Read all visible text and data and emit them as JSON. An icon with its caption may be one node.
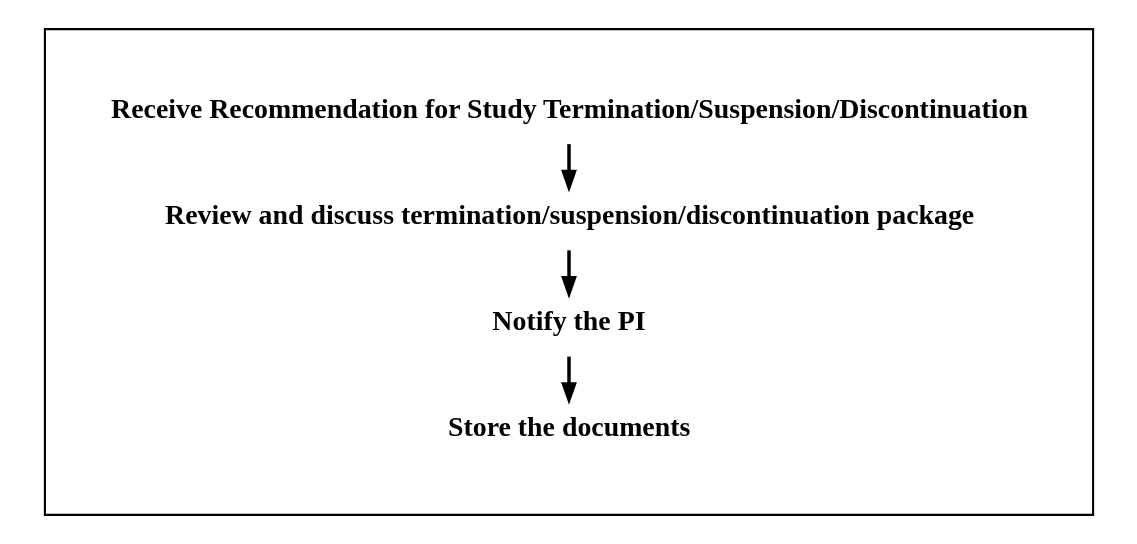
{
  "diagram": {
    "nodes": [
      {
        "text": [],
        "shape": "box"
      },
      {
        "text": [
          "Receive Recommendation for Study Termination/Suspension/Discontinuation"
        ],
        "in": 0
      },
      {
        "text": [
          "Review and discuss termination/suspension/discontinuation package"
        ],
        "in": 0
      },
      {
        "text": [
          "Notify the PI"
        ],
        "in": 0
      },
      {
        "text": [
          "Store the documents"
        ],
        "in": 0
      }
    ],
    "edges": [
      {
        "from": 1,
        "to": 2,
        "arrow": "to"
      },
      {
        "from": 2,
        "to": 3,
        "arrow": "to"
      },
      {
        "from": 3,
        "to": 4,
        "arrow": "to"
      }
    ]
  }
}
